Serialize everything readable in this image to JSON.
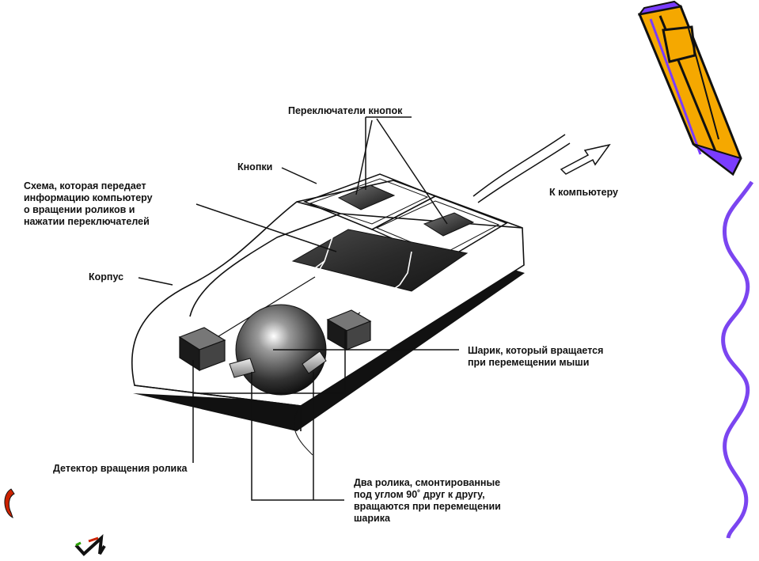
{
  "labels": {
    "switches": "Переключатели кнопок",
    "buttons": "Кнопки",
    "circuit": [
      "Схема, которая передает",
      "информацию компьютеру",
      "о вращении роликов  и",
      "нажатии переключателей"
    ],
    "to_computer": "К компьютеру",
    "body": "Корпус",
    "ball": [
      "Шарик, который вращается",
      "при перемещении мыши"
    ],
    "detector": "Детектор вращения ролика",
    "rollers": [
      "Два ролика, смонтированные",
      "под углом 90˚ друг к другу,",
      "вращаются при перемещении",
      "шарика"
    ]
  },
  "colors": {
    "pencil_body": "#f5a800",
    "pencil_outline": "#111111",
    "pencil_accent": "#7a3cff",
    "squiggle": "#7b45f0",
    "board": "#2a2a2a",
    "shadow": "#111111"
  },
  "decor_icons": [
    "pencil-icon",
    "squiggle-line",
    "corner-mark-icon",
    "corner-arrow-icon"
  ]
}
